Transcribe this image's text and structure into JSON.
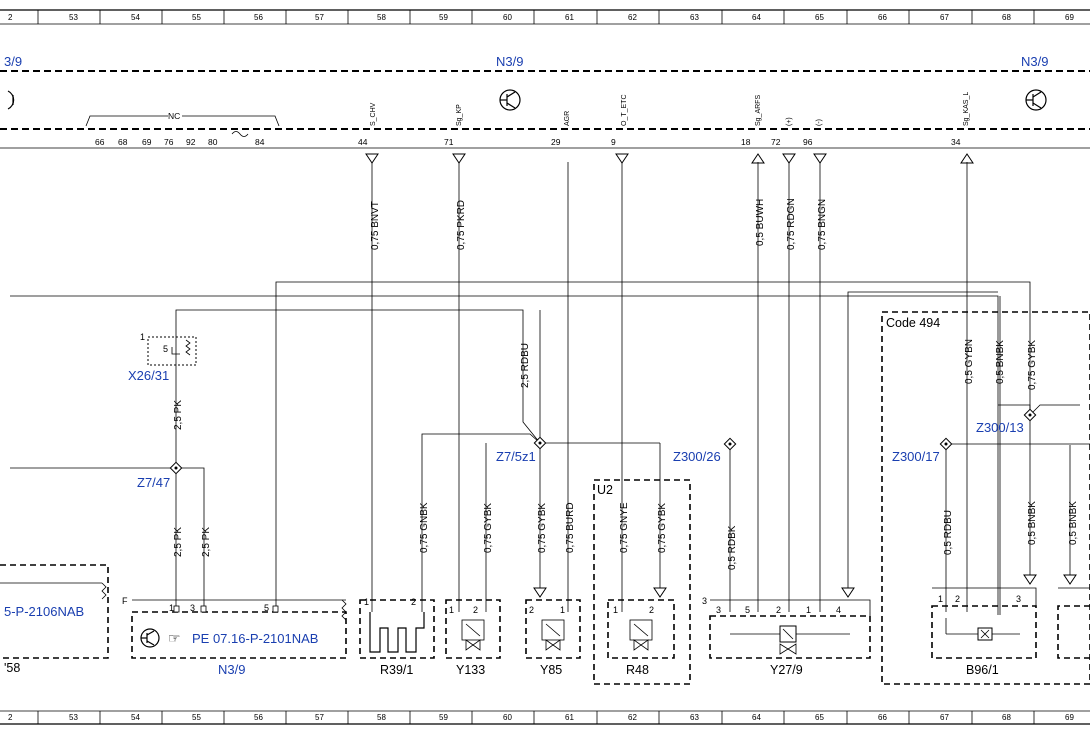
{
  "ruler": {
    "leftmost": "2",
    "columns": [
      "53",
      "54",
      "55",
      "56",
      "57",
      "58",
      "59",
      "60",
      "61",
      "62",
      "63",
      "64",
      "65",
      "66",
      "67",
      "68",
      "69"
    ]
  },
  "modules": {
    "left_edge": "3/9",
    "center": "N3/9",
    "right": "N3/9",
    "bottom_main": "N3/9"
  },
  "nc_group": {
    "label": "NC",
    "pins": [
      "66",
      "68",
      "69",
      "76",
      "92",
      "80",
      "84"
    ]
  },
  "connector_pins": [
    {
      "num": "44",
      "signal": "S_CHV"
    },
    {
      "num": "71",
      "signal": "Sg_KP"
    },
    {
      "num": "29",
      "signal": "AGR"
    },
    {
      "num": "9",
      "signal": "O_T_ETC"
    },
    {
      "num": "18",
      "signal": "Sg_ARFS"
    },
    {
      "num": "72",
      "signal": "(+)"
    },
    {
      "num": "96",
      "signal": "(-)"
    },
    {
      "num": "34",
      "signal": "Sg_KAS_L"
    }
  ],
  "wires": {
    "bnvt": "0,75 BNVT",
    "pkrd": "0,75 PKRD",
    "buwh": "0,5 BUWH",
    "rdgn": "0,75 RDGN",
    "bngn": "0,75 BNGN",
    "rdbu_25": "2,5 RDBU",
    "pk_25_a": "2,5 PK",
    "pk_25_b": "2,5 PK",
    "pk_25_c": "2,5 PK",
    "gnbk": "0,75 GNBK",
    "gybk_y133": "0,75 GYBK",
    "gybk_y85": "0,75 GYBK",
    "burd": "0,75 BURD",
    "gnye": "0,75 GNYE",
    "gybk_r48": "0,75 GYBK",
    "rdbk": "0,5 RDBK",
    "gybn": "0,5 GYBN",
    "bnbk_top": "0,5 BNBK",
    "gybk_top": "0,75 GYBK",
    "rdbu_05": "0,5 RDBU",
    "bnbk_b1": "0,5 BNBK",
    "bnbk_b2": "0,5 BNBK"
  },
  "splices": {
    "x26": "X26/31",
    "z747": "Z7/47",
    "z75z1": "Z7/5z1",
    "z30026": "Z300/26",
    "z30017": "Z300/17",
    "z30013": "Z300/13"
  },
  "code_box": "Code 494",
  "u2": "U2",
  "components": {
    "r391": "R39/1",
    "y133": "Y133",
    "y85": "Y85",
    "r48": "R48",
    "y279": "Y27/9",
    "b961": "B96/1",
    "left_cut": "'58"
  },
  "refs": {
    "main": "PE 07.16-P-2101NAB",
    "left": "5-P-2106NAB"
  },
  "pin_labels": {
    "x26_1": "1",
    "x26_5": "5",
    "f": "F",
    "n39_1": "1",
    "n39_3": "3",
    "n39_5": "5",
    "r39_1": "1",
    "r39_2": "2",
    "y133_1": "1",
    "y133_2": "2",
    "y85_2": "2",
    "y85_1": "1",
    "r48_1": "1",
    "r48_2": "2",
    "y27_3a": "3",
    "y27_3": "3",
    "y27_5": "5",
    "y27_2": "2",
    "y27_1": "1",
    "y27_4": "4",
    "b96_1": "1",
    "b96_2": "2",
    "b96_3": "3"
  },
  "colors": {
    "ink": "#000000",
    "label_blue": "#1a3fb0",
    "background": "#ffffff"
  }
}
